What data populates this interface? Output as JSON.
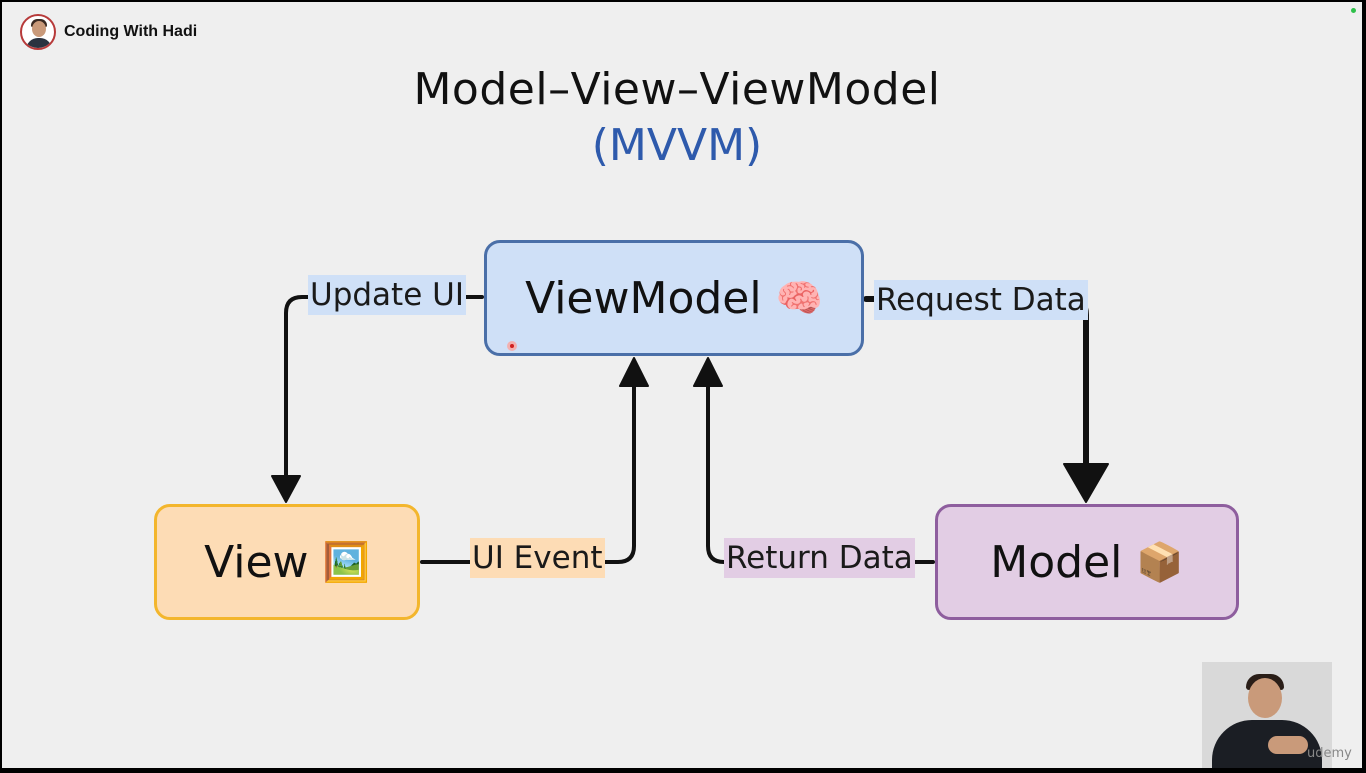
{
  "channel": {
    "name": "Coding With Hadi"
  },
  "slide": {
    "title": "Model–View–ViewModel",
    "subtitle": "(MVVM)"
  },
  "nodes": {
    "viewmodel": {
      "label": "ViewModel",
      "emoji": "🧠",
      "icon": "brain-icon"
    },
    "view": {
      "label": "View",
      "emoji": "🖼️",
      "icon": "framed-picture-icon"
    },
    "model": {
      "label": "Model",
      "emoji": "📦",
      "icon": "package-icon"
    }
  },
  "edges": {
    "update_ui": "Update UI",
    "request_data": "Request Data",
    "ui_event": "UI Event",
    "return_data": "Return Data"
  },
  "watermark": "udemy",
  "colors": {
    "viewmodel_fill": "#cfe0f7",
    "viewmodel_border": "#4a6fa8",
    "view_fill": "#fddcb5",
    "view_border": "#f3b62d",
    "model_fill": "#e2cde4",
    "model_border": "#8e5e9e",
    "subtitle": "#2e5aac"
  }
}
